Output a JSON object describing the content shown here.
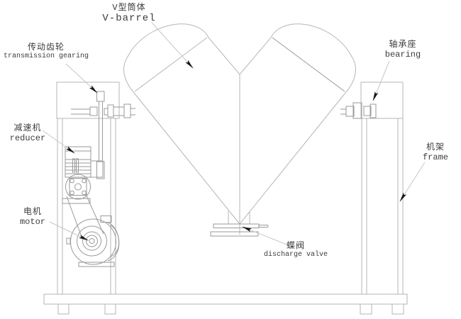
{
  "labels": {
    "v_barrel": {
      "zh": "V型筒体",
      "en": "V-barrel"
    },
    "transmission_gearing": {
      "zh": "传动齿轮",
      "en": "transmission gearing"
    },
    "bearing": {
      "zh": "轴承座",
      "en": "bearing"
    },
    "reducer": {
      "zh": "减速机",
      "en": "reducer"
    },
    "motor": {
      "zh": "电机",
      "en": "motor"
    },
    "discharge_valve": {
      "zh": "蝶阀",
      "en": "discharge valve"
    },
    "frame": {
      "zh": "机架",
      "en": "frame"
    }
  },
  "colors": {
    "background": "#ffffff",
    "line_light": "#b5b5b5",
    "line_dark": "#9a9a9a",
    "leader": "#c7c7c7",
    "arrow": "#151515",
    "text": "#3c3c3c"
  }
}
